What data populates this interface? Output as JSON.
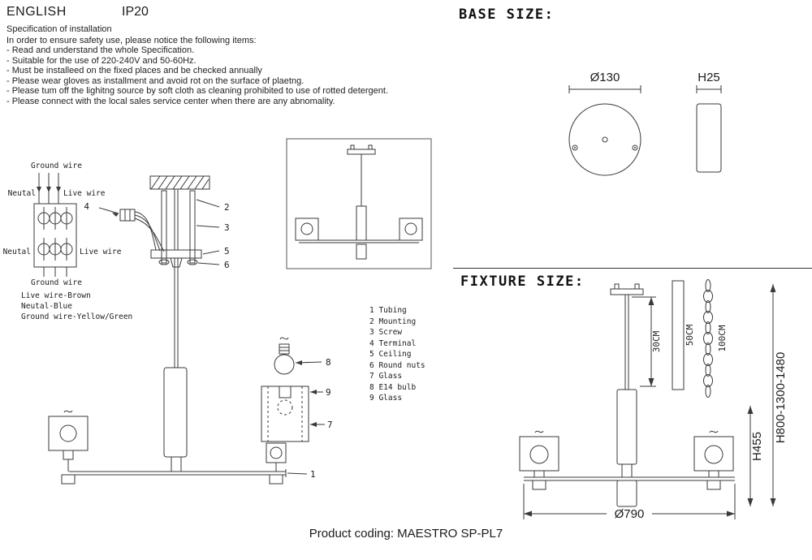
{
  "header": {
    "language": "ENGLISH",
    "ip_rating": "IP20"
  },
  "colors": {
    "ink": "#222222",
    "background": "#ffffff"
  },
  "spec": {
    "title": "Specification of installation",
    "intro": "In order to ensure safety use, please notice the following items:",
    "items": [
      "- Read and understand the whole Specification.",
      "- Suitable for the use of 220-240V and 50-60Hz.",
      "- Must be installeed on the fixed places and be checked annually",
      "- Please wear gloves as installment and avoid rot on the surface of plaetng.",
      "- Please tum off the lighitng source by soft cloth as cleaning prohibited to use of rotted detergent.",
      "- Please connect with the local sales service center when there are any abnomality."
    ]
  },
  "wiring": {
    "ground_top": "Ground wire",
    "neutral_top": "Neutal",
    "live_top": "Live wire",
    "neutral_mid": "Neutal",
    "live_mid": "Live wire",
    "ground_bottom": "Ground wire",
    "legend": [
      "Live wire-Brown",
      "Neutal-Blue",
      "Ground wire-Yellow/Green"
    ]
  },
  "callouts": [
    "1",
    "2",
    "3",
    "4",
    "5",
    "6",
    "7",
    "8",
    "9"
  ],
  "parts": [
    "1 Tubing",
    "2 Mounting",
    "3 Screw",
    "4 Terminal",
    "5 Ceiling",
    "6 Round nuts",
    "7 Glass",
    "8 E14 bulb",
    "9 Glass"
  ],
  "base_size": {
    "title": "BASE SIZE:",
    "diameter": "Ø130",
    "height": "H25"
  },
  "fixture_size": {
    "title": "FIXTURE SIZE:",
    "rod_length": "30CM",
    "tube_length": "50CM",
    "chain_length": "100CM",
    "body_height": "H455",
    "overall_height": "H800-1300-1480",
    "diameter": "Ø790"
  },
  "footer": {
    "product_coding": "Product coding: MAESTRO SP-PL7"
  }
}
